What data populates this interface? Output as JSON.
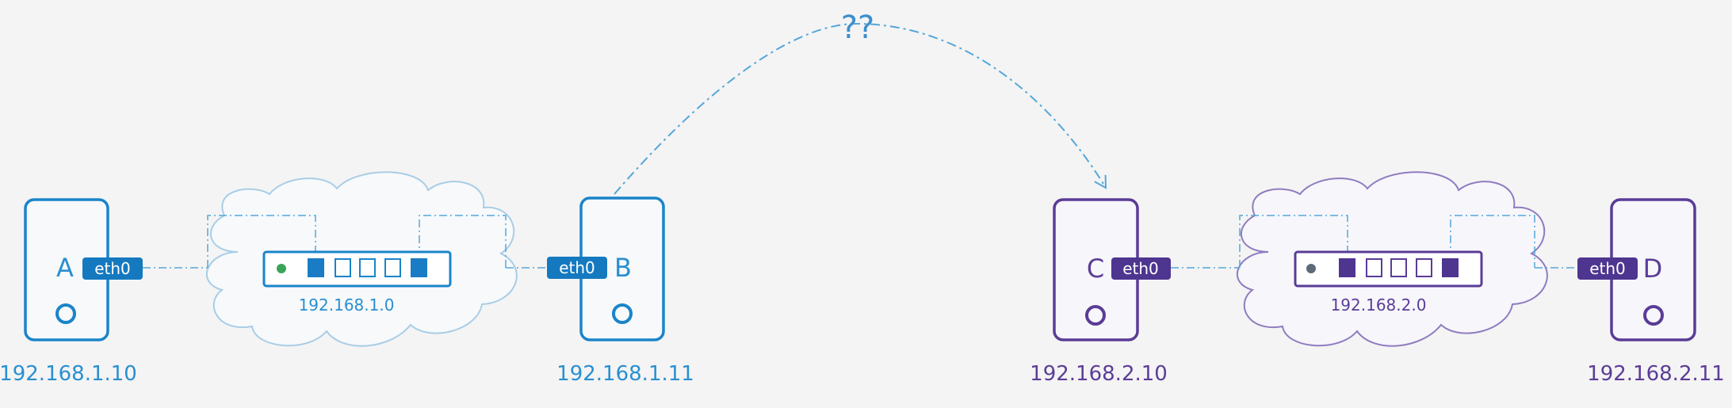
{
  "colors": {
    "background": "#f4f4f4",
    "network1_stroke": "#1a84c9",
    "network1_cloud": "#a9cde6",
    "network1_tag_fill": "#1579c0",
    "network1_text": "#2a8fd1",
    "network2_stroke": "#5a3c96",
    "network2_cloud": "#8f7cc0",
    "network2_tag_fill": "#4e3590",
    "network2_text": "#5b3d98",
    "route_line": "#55a7d9",
    "led_green": "#3aa557",
    "led_gray": "#5e6a7a",
    "tag_text": "#ffffff"
  },
  "question_label": "??",
  "network1": {
    "subnet": "192.168.1.0",
    "host_a": {
      "name": "A",
      "interface": "eth0",
      "ip": "192.168.1.10"
    },
    "host_b": {
      "name": "B",
      "interface": "eth0",
      "ip": "192.168.1.11"
    }
  },
  "network2": {
    "subnet": "192.168.2.0",
    "host_c": {
      "name": "C",
      "interface": "eth0",
      "ip": "192.168.2.10"
    },
    "host_d": {
      "name": "D",
      "interface": "eth0",
      "ip": "192.168.2.11"
    }
  },
  "icons": {
    "host": "server-tower-icon",
    "switch": "network-switch-icon",
    "cloud": "cloud-icon"
  }
}
